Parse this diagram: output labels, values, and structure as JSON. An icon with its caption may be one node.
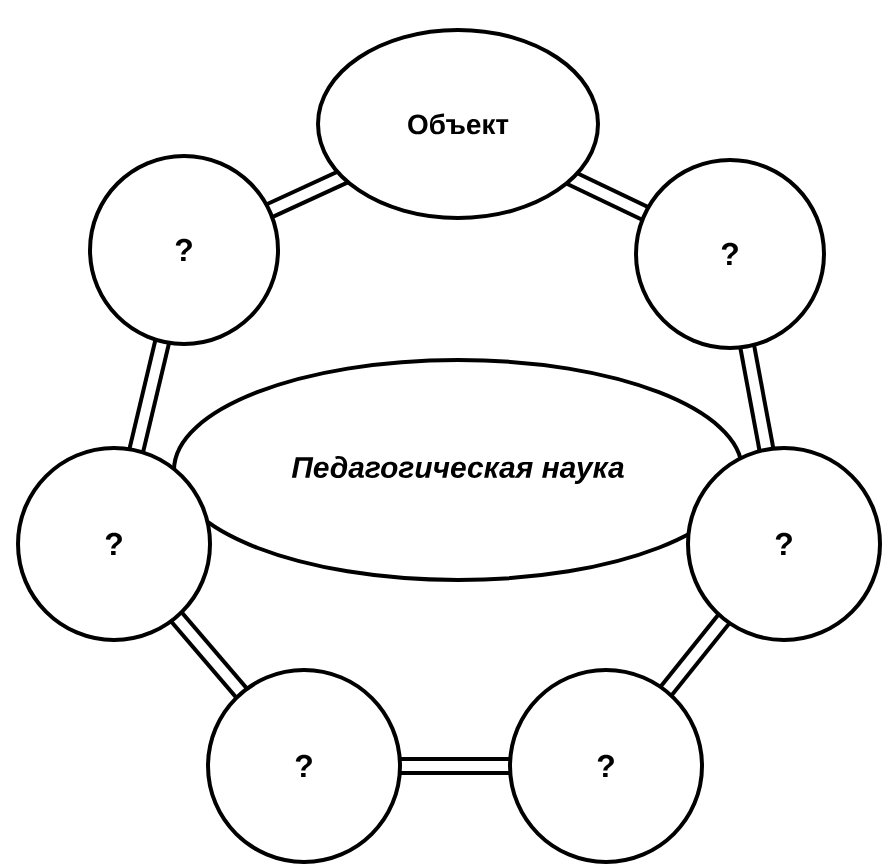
{
  "diagram": {
    "nodes": [
      {
        "text": [
          "Объект"
        ]
      },
      {
        "text": [
          "?"
        ]
      },
      {
        "text": [
          "?"
        ]
      },
      {
        "text": [
          "Педагогическая наука"
        ]
      },
      {
        "text": [
          "?"
        ]
      },
      {
        "text": [
          "?"
        ]
      },
      {
        "text": [
          "?"
        ]
      },
      {
        "text": [
          "?"
        ]
      }
    ],
    "edges": [
      {
        "from": 0,
        "to": 2,
        "arrow": "none"
      },
      {
        "from": 2,
        "to": 5,
        "arrow": "none"
      },
      {
        "from": 5,
        "to": 7,
        "arrow": "none"
      },
      {
        "from": 7,
        "to": 6,
        "arrow": "none"
      },
      {
        "from": 6,
        "to": 4,
        "arrow": "none"
      },
      {
        "from": 4,
        "to": 1,
        "arrow": "none"
      },
      {
        "from": 1,
        "to": 0,
        "arrow": "none"
      }
    ]
  }
}
